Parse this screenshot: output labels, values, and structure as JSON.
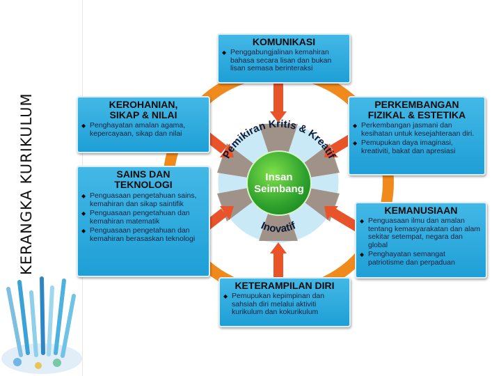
{
  "sidebar": {
    "title": "KERANGKA KURIKULUM"
  },
  "center": {
    "line1": "Insan",
    "line2": "Seimbang"
  },
  "ring": {
    "arc_top": "Pemikiran Kritis & Kreatif",
    "arc_bottom": "Inovatif"
  },
  "boxes": {
    "komunikasi": {
      "title": "KOMUNIKASI",
      "items": [
        "Penggabungjalinan kemahiran bahasa secara lisan dan bukan lisan semasa berinteraksi"
      ]
    },
    "kerohanian": {
      "title_line1": "KEROHANIAN,",
      "title_line2": "SIKAP & NILAI",
      "items": [
        "Penghayatan amalan agama, kepercayaan, sikap dan nilai"
      ]
    },
    "perkembangan": {
      "title_line1": "PERKEMBANGAN",
      "title_line2": "FIZIKAL & ESTETIKA",
      "items": [
        "Perkembangan jasmani dan kesihatan untuk kesejahteraan diri.",
        "Pemupukan daya imaginasi, kreativiti, bakat dan apresiasi"
      ]
    },
    "sains": {
      "title_line1": "SAINS DAN",
      "title_line2": "TEKNOLOGI",
      "items": [
        "Penguasaan pengetahuan sains, kemahiran dan sikap saintifik",
        "Penguasaan pengetahuan dan kemahiran matematik",
        "Penguasaan pengetahuan dan kemahiran berasaskan teknologi"
      ]
    },
    "kemanusiaan": {
      "title": "KEMANUSIAAN",
      "items": [
        "Penguasaan ilmu dan amalan tentang kemasyarakatan dan alam sekitar setempat, negara dan global",
        "Penghayatan semangat patriotisme dan perpaduan"
      ]
    },
    "keterampilan": {
      "title": "KETERAMPILAN DIRI",
      "items": [
        "Pemupukan kepimpinan dan sahsiah diri melalui aktiviti kurikulum dan kokurikulum"
      ]
    }
  },
  "colors": {
    "ring_orange": "#f08a1c",
    "box_blue": "#2aa8dd",
    "inner_circle": "#c9e9f6",
    "center_green": "#2ca02c",
    "arrow_red": "#e8532a"
  }
}
